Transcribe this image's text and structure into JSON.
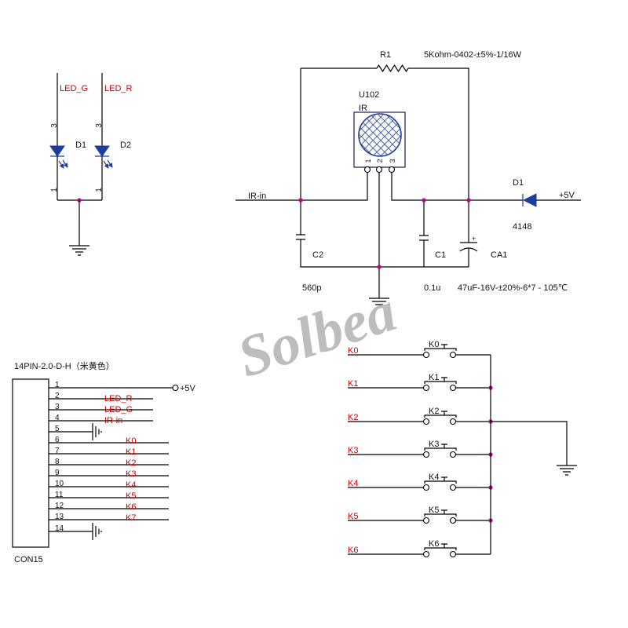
{
  "led_section": {
    "net_led_g": "LED_G",
    "net_led_r": "LED_R",
    "d1": {
      "ref": "D1",
      "pins": [
        "3",
        "1"
      ]
    },
    "d2": {
      "ref": "D2",
      "pins": [
        "3",
        "1"
      ]
    }
  },
  "ir_section": {
    "r1": {
      "ref": "R1",
      "value": "5Kohm-0402-±5%-1/16W"
    },
    "u102": {
      "ref": "U102",
      "type": "IR",
      "pins": [
        "1",
        "2",
        "3"
      ]
    },
    "net_ir_in": "IR-in",
    "d1": {
      "ref": "D1",
      "value": "4148"
    },
    "net_5v": "+5V",
    "c2": {
      "ref": "C2",
      "value": "560p"
    },
    "c1": {
      "ref": "C1",
      "value": "0.1u"
    },
    "ca1": {
      "ref": "CA1",
      "value": "47uF-16V-±20%-6*7 - 105℃",
      "polarity_mark": "+"
    }
  },
  "watermark": "Solbea",
  "connector": {
    "part": "14PIN-2.0-D-H（米黄色）",
    "ref": "CON15",
    "pins": [
      {
        "num": "1",
        "net": "+5V"
      },
      {
        "num": "2",
        "net": "LED_R"
      },
      {
        "num": "3",
        "net": "LED_G"
      },
      {
        "num": "4",
        "net": "IR-in"
      },
      {
        "num": "5",
        "symbol": "ground"
      },
      {
        "num": "6",
        "net": "K0"
      },
      {
        "num": "7",
        "net": "K1"
      },
      {
        "num": "8",
        "net": "K2"
      },
      {
        "num": "9",
        "net": "K3"
      },
      {
        "num": "10",
        "net": "K4"
      },
      {
        "num": "11",
        "net": "K5"
      },
      {
        "num": "12",
        "net": "K6"
      },
      {
        "num": "13",
        "net": "K7"
      },
      {
        "num": "14",
        "symbol": "ground"
      }
    ]
  },
  "switches": [
    {
      "net": "K0",
      "ref": "K0"
    },
    {
      "net": "K1",
      "ref": "K1"
    },
    {
      "net": "K2",
      "ref": "K2"
    },
    {
      "net": "K3",
      "ref": "K3"
    },
    {
      "net": "K4",
      "ref": "K4"
    },
    {
      "net": "K5",
      "ref": "K5"
    },
    {
      "net": "K6",
      "ref": "K6"
    }
  ],
  "colors": {
    "wire": "#000000",
    "net_label": "#cc0000",
    "component_fill": "#1f3c9c",
    "junction": "#c0008a",
    "watermark": "#bdbdbd"
  }
}
